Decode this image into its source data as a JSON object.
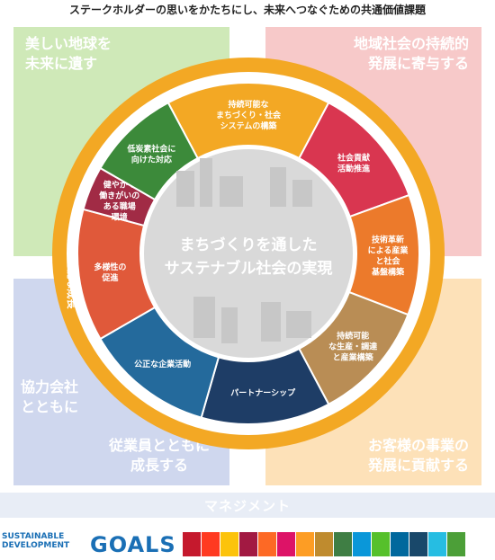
{
  "title": "ステークホルダーの思いをかたちにし、未来へつなぐための共通価値課題",
  "quadrants": {
    "top_left": [
      "美しい地球を",
      "未来に遺す"
    ],
    "top_right": [
      "地域社会の持続的",
      "発展に寄与する"
    ],
    "middle_left": [
      "協力会社",
      "とともに"
    ],
    "bottom_left": [
      "従業員とともに",
      "成長する"
    ],
    "bottom_right": [
      "お客様の事業の",
      "発展に貢献する"
    ]
  },
  "management": "マネジメント",
  "ring_text": "持続可能な成長",
  "center_text": [
    "まちづくりを通した",
    "サステナブル社会の実現"
  ],
  "segments": [
    {
      "lines": [
        "持続可能な",
        "まちづくり・社会",
        "システムの構築"
      ],
      "color": "#f3a824"
    },
    {
      "lines": [
        "社会貢献",
        "活動推進"
      ],
      "color": "#d93650"
    },
    {
      "lines": [
        "技術革新",
        "による産業",
        "と社会",
        "基盤構築"
      ],
      "color": "#ec7a2b"
    },
    {
      "lines": [
        "持続可能",
        "な生産・調達",
        "と産業構築"
      ],
      "color": "#b98d55"
    },
    {
      "lines": [
        "パートナーシップ"
      ],
      "color": "#1e3d66"
    },
    {
      "lines": [
        "公正な企業活動"
      ],
      "color": "#246a9c"
    },
    {
      "lines": [
        "多様性の",
        "促進"
      ],
      "color": "#e0593a"
    },
    {
      "lines": [
        "健やかで",
        "働きがいの",
        "ある職場",
        "環境"
      ],
      "color": "#a12b45"
    },
    {
      "lines": [
        "低炭素社会に",
        "向けた対応"
      ],
      "color": "#3c8a3a"
    }
  ],
  "sdg": {
    "line1": "SUSTAINABLE",
    "line2": "DEVELOPMENT",
    "goals": "GOALS",
    "tile_colors": [
      "#c5192d",
      "#ff3a21",
      "#fcc30b",
      "#a21942",
      "#fd6925",
      "#dd1367",
      "#fd9d24",
      "#bf8b2e",
      "#3f7e44",
      "#0a97d9",
      "#56c02b",
      "#00689d",
      "#19486a",
      "#26bde2",
      "#4c9f38"
    ]
  }
}
